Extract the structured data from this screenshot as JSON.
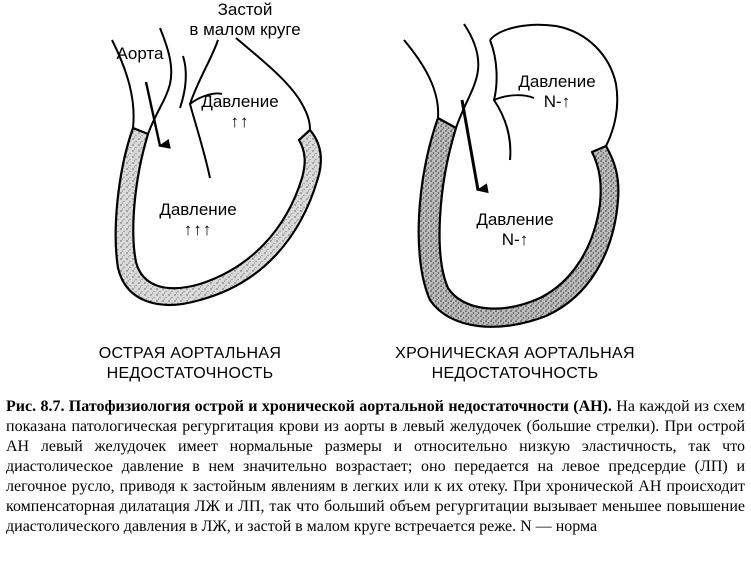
{
  "acute": {
    "label_aorta": "Аорта",
    "label_congestion_line1": "Застой",
    "label_congestion_line2": "в малом круге",
    "label_atrium_pressure": "Давление",
    "atrium_pressure_arrows": "↑↑",
    "label_ventricle_pressure": "Давление",
    "ventricle_pressure_arrows": "↑↑↑",
    "heading_line1": "ОСТРАЯ АОРТАЛЬНАЯ",
    "heading_line2": "НЕДОСТАТОЧНОСТЬ"
  },
  "chronic": {
    "label_atrium_pressure": "Давление",
    "atrium_pressure_value": "N-↑",
    "label_ventricle_pressure": "Давление",
    "ventricle_pressure_value": "N-↑",
    "heading_line1": "ХРОНИЧЕСКАЯ АОРТАЛЬНАЯ",
    "heading_line2": "НЕДОСТАТОЧНОСТЬ"
  },
  "caption": {
    "title": "Рис. 8.7. Патофизиология острой и хронической аортальной недостаточности (АН).",
    "body": " На каждой из схем показана патологическая регургитация крови из аорты в левый желудочек (большие стрелки). При острой АН левый желудочек имеет нормальные размеры и относительно низкую эластичность, так что диастолическое давление в нем значительно возрастает; оно передается на левое предсердие (ЛП) и легочное русло, приводя к застойным явлениям в легких или к их отеку. При хронической АН происходит компенсаторная дилатация ЛЖ и ЛП, так что больший объем регургитации вызывает меньшее повышение диастолического давления в ЛЖ, и застой в малом круге встречается реже. N — норма"
  }
}
